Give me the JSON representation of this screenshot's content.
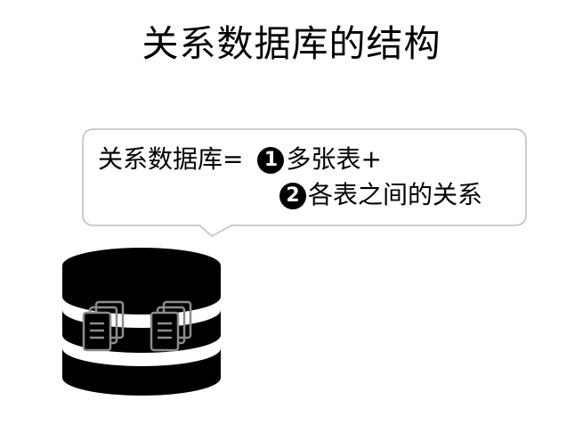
{
  "title": "关系数据库的结构",
  "callout": {
    "lhs": "关系数据库=",
    "item1": {
      "number": "1",
      "text": "多张表+"
    },
    "item2": {
      "number": "2",
      "text": "各表之间的关系"
    }
  },
  "icons": [
    "database-cylinder-icon",
    "document-stack-icon",
    "document-stack-icon"
  ],
  "colors": {
    "ink": "#000000",
    "outline": "#bfbfbf",
    "doc_icon": "#8c8c8c"
  }
}
